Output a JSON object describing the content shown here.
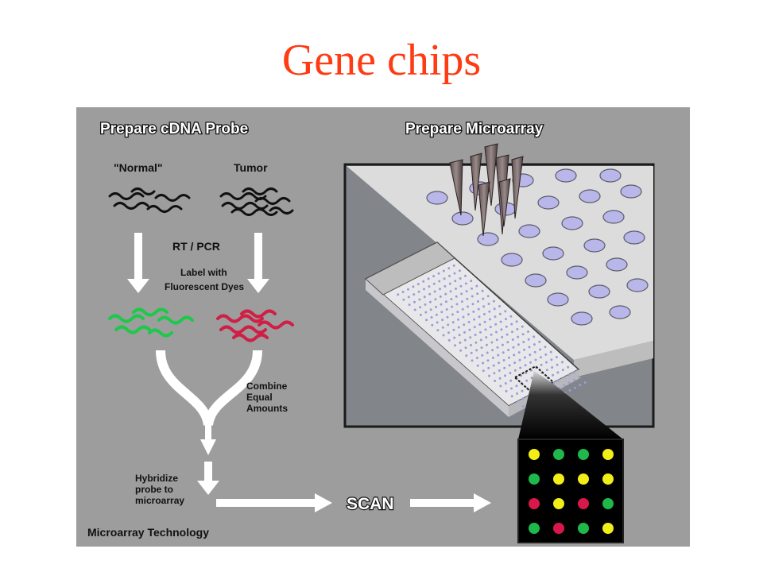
{
  "title": "Gene chips",
  "diagram": {
    "prepare_probe_heading": "Prepare cDNA Probe",
    "prepare_array_heading": "Prepare Microarray",
    "normal_label": "\"Normal\"",
    "tumor_label": "Tumor",
    "rt_pcr_label": "RT / PCR",
    "label_dyes": [
      "Label with",
      "Fluorescent Dyes"
    ],
    "combine": [
      "Combine",
      "Equal",
      "Amounts"
    ],
    "hybridize": [
      "Hybridize",
      "probe to",
      "microarray"
    ],
    "scan_label": "SCAN",
    "footer_label": "Microarray Technology",
    "colors": {
      "background": "#9d9d9d",
      "normal_dye": "#1ec84a",
      "tumor_dye": "#d01e44",
      "spot_yellow": "#f2ee18",
      "spot_green": "#1fb84a",
      "spot_red": "#d8184a",
      "well": "#b9b6ea",
      "title": "#ff3b14"
    },
    "spot_grid": [
      [
        "yellow",
        "green",
        "green",
        "yellow"
      ],
      [
        "green",
        "yellow",
        "yellow",
        "yellow"
      ],
      [
        "red",
        "yellow",
        "red",
        "green"
      ],
      [
        "green",
        "red",
        "green",
        "yellow"
      ]
    ]
  }
}
